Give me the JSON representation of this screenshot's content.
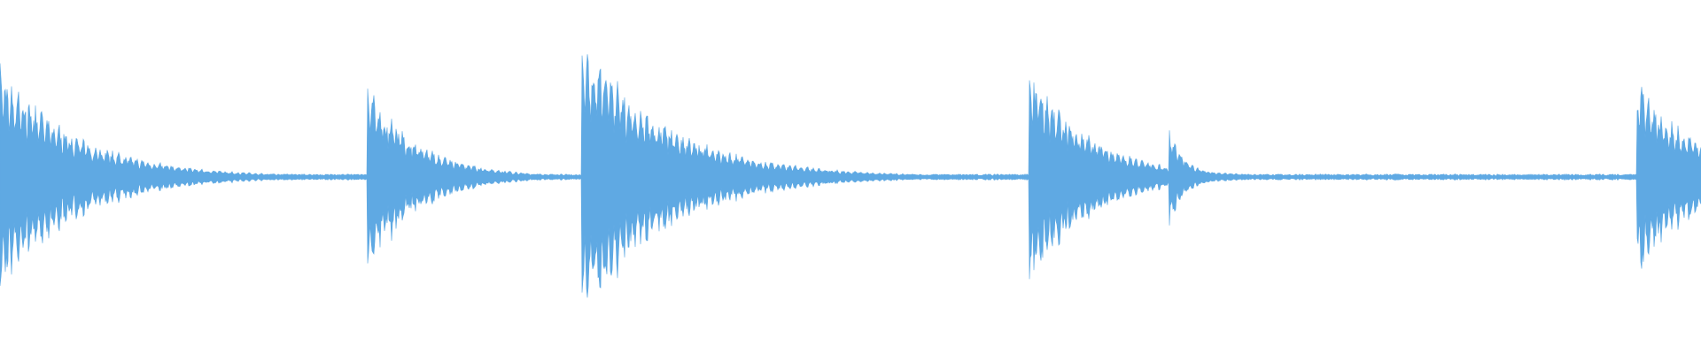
{
  "waveform": {
    "color": "#5fa9e3",
    "background": "#ffffff",
    "onsets": [
      {
        "time": 0.0,
        "peak": 0.55,
        "decay": 0.045
      },
      {
        "time": 0.216,
        "peak": 0.45,
        "decay": 0.03
      },
      {
        "time": 0.342,
        "peak": 0.69,
        "decay": 0.05
      },
      {
        "time": 0.605,
        "peak": 0.55,
        "decay": 0.035
      },
      {
        "time": 0.687,
        "peak": 0.25,
        "decay": 0.01
      },
      {
        "time": 0.962,
        "peak": 0.49,
        "decay": 0.035
      }
    ],
    "noise_floor": 0.012
  }
}
